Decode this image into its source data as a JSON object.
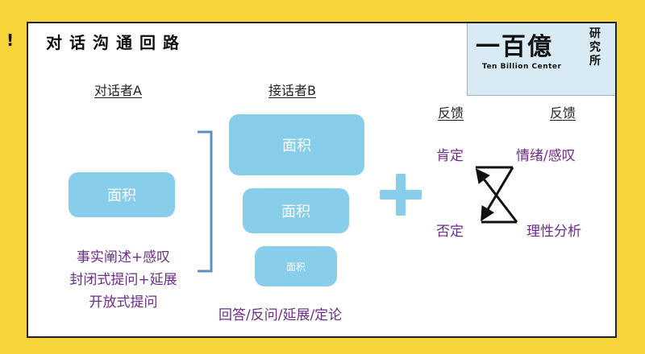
{
  "mark": "!",
  "title": "对话沟通回路",
  "logo": {
    "main": "一百億",
    "sub": "Ten Billion Center",
    "side": [
      "研",
      "究",
      "所"
    ]
  },
  "speaker_a": {
    "heading": "对话者A",
    "box": "面积",
    "lines": [
      "事实阐述+感叹",
      "封闭式提问+延展",
      "开放式提问"
    ]
  },
  "speaker_b": {
    "heading": "接话者B",
    "boxes": [
      "面积",
      "面积",
      "面积"
    ],
    "caption": "回答/反问/延展/定论"
  },
  "feedback": {
    "heading_left": "反馈",
    "heading_right": "反馈",
    "positive": "肯定",
    "negative": "否定",
    "emotion": "情绪/感叹",
    "rational": "理性分析"
  },
  "colors": {
    "background": "#f7d53a",
    "box": "#88cdea",
    "bracket": "#5e8fc0",
    "text_purple": "#6b2d86"
  }
}
